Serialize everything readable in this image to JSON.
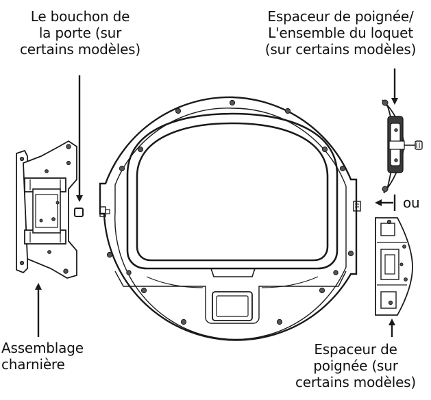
{
  "labels": {
    "door_plug": [
      "Le bouchon de",
      "la porte (sur",
      "certains modèles)"
    ],
    "handle_latch": [
      "Espaceur de poignée/",
      "L'ensemble du loquet",
      "(sur certains modèles)"
    ],
    "or": "ou",
    "hinge": [
      "Assemblage",
      "charnière"
    ],
    "handle_spacer": [
      "Espaceur de",
      "poignée (sur",
      "certains modèles)"
    ]
  },
  "colors": {
    "line": "#1a1a1a",
    "part_fill": "#ffffff",
    "screw_fill": "#555555",
    "latch_shade": "#3a3a3a"
  }
}
